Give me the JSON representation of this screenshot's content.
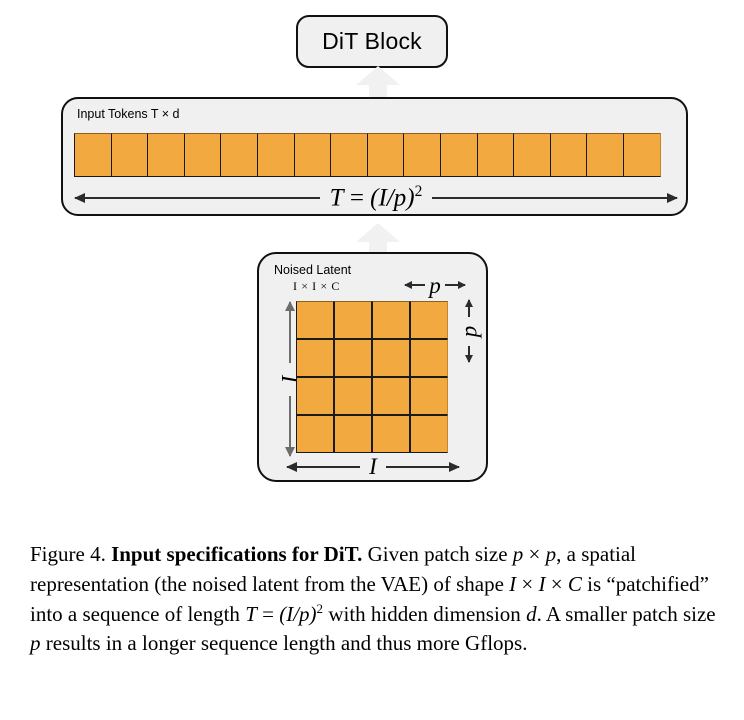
{
  "figure": {
    "dit_block": {
      "label": "DiT Block"
    },
    "tokens_panel": {
      "caption": "Input Tokens T × d",
      "token_count": 16,
      "dim_label": {
        "var": "T",
        "equals": "=",
        "expr": "(I/p)",
        "exponent": "2",
        "full": "T = (I/p)²"
      }
    },
    "latent_panel": {
      "title": "Noised Latent",
      "subtitle": "I × I × C",
      "grid_rows": 4,
      "grid_cols": 4,
      "width_label": "I",
      "height_label": "I",
      "patch_label_horizontal": "p",
      "patch_label_vertical": "p"
    },
    "arrows": {
      "latent_to_tokens": "up-arrow",
      "tokens_to_dit": "up-arrow"
    },
    "colors": {
      "patch_fill": "#f2a93f",
      "patch_edge_dark": "#c4862a",
      "panel_fill": "#f0f0f0",
      "panel_border": "#111111",
      "arrow_fill": "#f1f1f1",
      "background": "#ffffff"
    }
  },
  "caption": {
    "figure_number": "Figure 4.",
    "bold_title": "Input specifications for DiT.",
    "seg1": " Given patch size ",
    "p1": "p",
    "times1": " × ",
    "p2": "p",
    "seg2": ", a spatial representation (the noised latent from the VAE) of shape ",
    "I1": "I",
    "times2": " × ",
    "I2": "I",
    "times3": " × ",
    "C": "C",
    "seg3": " is “patchified” into a sequence of length ",
    "T": "T",
    "eq": " = ",
    "expr": "(I/p)",
    "exp": "2",
    "seg4": " with hidden dimension ",
    "d": "d",
    "seg5": ". A smaller patch size ",
    "p3": "p",
    "seg6": " results in a longer sequence length and thus more Gflops.",
    "full_text": "Figure 4. Input specifications for DiT. Given patch size p × p, a spatial representation (the noised latent from the VAE) of shape I × I × C is “patchified” into a sequence of length T = (I/p)² with hidden dimension d. A smaller patch size p results in a longer sequence length and thus more Gflops."
  }
}
